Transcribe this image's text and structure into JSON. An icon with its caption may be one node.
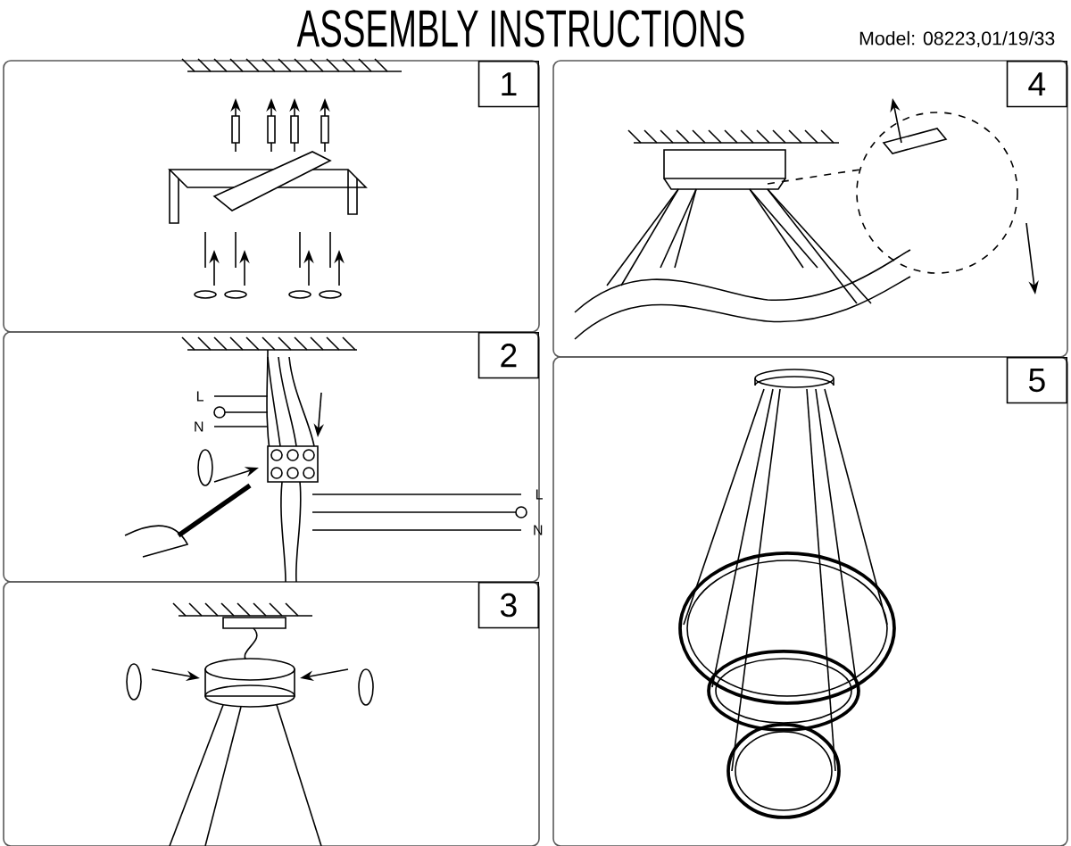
{
  "diagram": {
    "title": "ASSEMBLY INSTRUCTIONS",
    "nodes": [
      {
        "text": [
          "1"
        ]
      },
      {
        "text": [
          "2"
        ]
      },
      {
        "text": [
          "3"
        ]
      },
      {
        "text": [
          "4"
        ]
      },
      {
        "text": [
          "5"
        ]
      }
    ],
    "edges": [],
    "labels": [
      "Model: 08223,01/19/33",
      "L",
      "N",
      "L",
      "N"
    ]
  }
}
